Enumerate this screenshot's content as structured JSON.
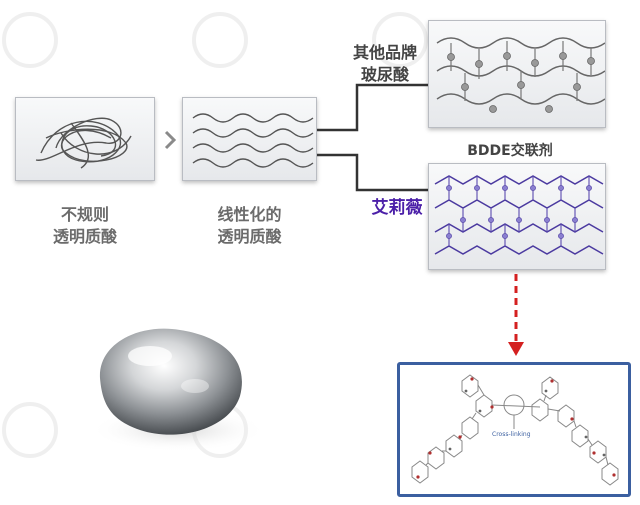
{
  "labels": {
    "irregular_line1": "不规则",
    "irregular_line2": "透明质酸",
    "linear_line1": "线性化的",
    "linear_line2": "透明质酸",
    "other_line1": "其他品牌",
    "other_line2": "玻尿酸",
    "crosslinker": "BDDE交联剂",
    "brand": "艾莉薇",
    "molecule_annotation": "Cross-linking"
  },
  "colors": {
    "brand_purple": "#4b1fa8",
    "arrow_red": "#d42020",
    "molecule_frame": "#3b5fa0"
  }
}
